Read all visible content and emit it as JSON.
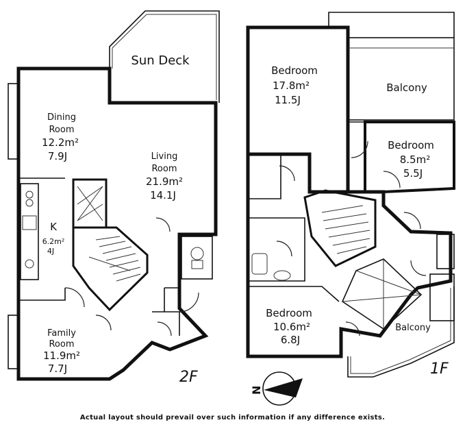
{
  "floors": {
    "second": {
      "tag": "2F",
      "rooms": [
        {
          "id": "sun-deck",
          "name": "Sun Deck",
          "area": "",
          "jo": ""
        },
        {
          "id": "dining-room",
          "name": "Dining Room",
          "name_lines": [
            "Dining",
            "Room"
          ],
          "area": "12.2m²",
          "jo": "7.9J"
        },
        {
          "id": "living-room",
          "name": "Living Room",
          "name_lines": [
            "Living",
            "Room"
          ],
          "area": "21.9m²",
          "jo": "14.1J"
        },
        {
          "id": "kitchen",
          "name": "K",
          "area": "6.2m²",
          "jo": "4J"
        },
        {
          "id": "family-room",
          "name": "Family Room",
          "name_lines": [
            "Family",
            "Room"
          ],
          "area": "11.9m²",
          "jo": "7.7J"
        }
      ]
    },
    "first": {
      "tag": "1F",
      "rooms": [
        {
          "id": "bedroom-1",
          "name": "Bedroom",
          "area": "17.8m²",
          "jo": "11.5J"
        },
        {
          "id": "balcony-1",
          "name": "Balcony",
          "area": "",
          "jo": ""
        },
        {
          "id": "bedroom-2",
          "name": "Bedroom",
          "area": "8.5m²",
          "jo": "5.5J"
        },
        {
          "id": "bedroom-3",
          "name": "Bedroom",
          "area": "10.6m²",
          "jo": "6.8J"
        },
        {
          "id": "balcony-2",
          "name": "Balcony",
          "area": "",
          "jo": ""
        }
      ]
    }
  },
  "compass": {
    "label": "N",
    "pointing": "left"
  },
  "footer_note": "Actual layout should prevail over such information if any difference exists."
}
